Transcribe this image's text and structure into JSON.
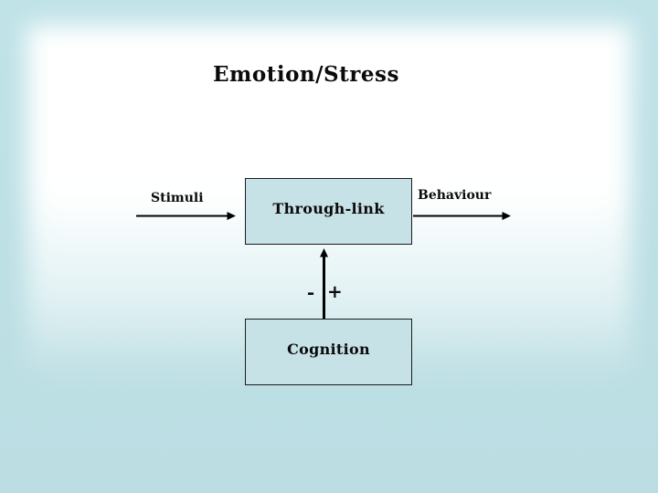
{
  "slide": {
    "title": "Emotion/Stress",
    "background": {
      "edge_color": "#bde0e5",
      "center_color": "#ffffff"
    }
  },
  "diagram": {
    "labels": {
      "stimuli": "Stimuli",
      "behaviour": "Behaviour",
      "minus": "-",
      "plus": "+"
    },
    "boxes": [
      {
        "id": "through-link",
        "label": "Through-link"
      },
      {
        "id": "cognition",
        "label": "Cognition"
      }
    ],
    "box_fill": "#c7e2e7",
    "box_border": "#1c1c1c",
    "arrow_color": "#000000"
  }
}
